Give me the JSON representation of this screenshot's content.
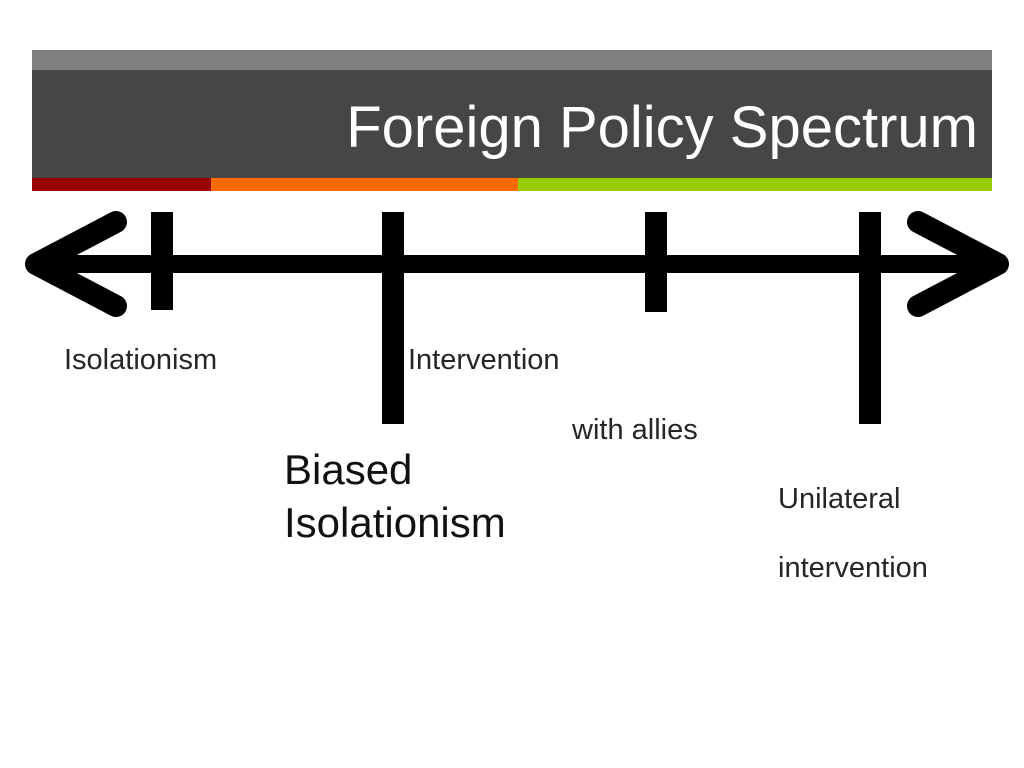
{
  "title": "Foreign Policy Spectrum",
  "colors": {
    "header_top": "#7f7f7f",
    "header": "#464646",
    "accent_red": "#9b0000",
    "accent_orange": "#ff6a00",
    "accent_green": "#99cc00",
    "axis": "#000000"
  },
  "labels": {
    "isolationism": "Isolationism",
    "intervention": "Intervention",
    "with_allies": "with allies",
    "biased_line1": "Biased",
    "biased_line2": "Isolationism",
    "unilateral": "Unilateral",
    "intervention_lower": "intervention"
  }
}
